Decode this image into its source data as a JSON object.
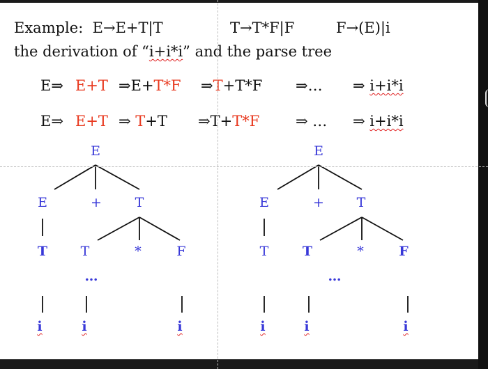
{
  "colors": {
    "highlight": "#e8391f",
    "tree_node": "#3838d8",
    "text": "#111111"
  },
  "header": {
    "line1_prefix": "Example:",
    "rule1": "E→E+T|T",
    "rule2": "T→T*F|F",
    "rule3": "F→(E)|i",
    "line2_a": "the derivation of “",
    "line2_b": "i+i*i",
    "line2_c": "” and the parse tree"
  },
  "derivations": {
    "arrow": "⇒",
    "row1": {
      "start": "E",
      "step1": "E+T",
      "step2_plain": "E+",
      "step2_red": "T*F",
      "step3_red": "T",
      "step3_plain": "+T*F",
      "ellipsis": "…",
      "result": "i+i*i"
    },
    "row2": {
      "start": "E",
      "step1": "E+T",
      "step2_red": "T",
      "step2_plain": "+T",
      "step3_plain": "T+",
      "step3_red": "T*F",
      "ellipsis": "…",
      "result": "i+i*i"
    }
  },
  "left_tree": {
    "root": "E",
    "l1": [
      "E",
      "+",
      "T"
    ],
    "l2": [
      "T",
      "T",
      "*",
      "F"
    ],
    "dots": "…",
    "leaves": [
      "i",
      "i",
      "i"
    ]
  },
  "right_tree": {
    "root": "E",
    "l1": [
      "E",
      "+",
      "T"
    ],
    "l2": [
      "T",
      "T",
      "*",
      "F"
    ],
    "dots": "…",
    "leaves": [
      "i",
      "i",
      "i"
    ]
  }
}
